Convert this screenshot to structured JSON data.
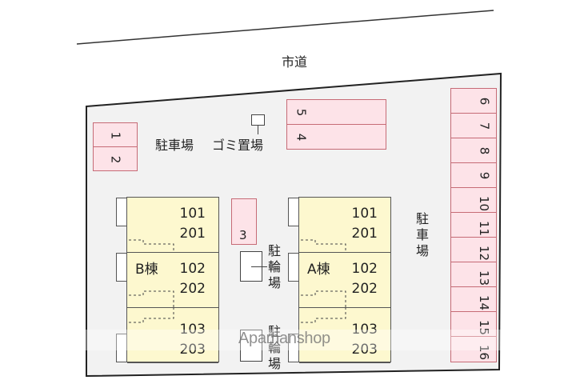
{
  "road": {
    "label": "市道"
  },
  "labels": {
    "parking_top": "駐車場",
    "garbage": "ゴミ置場",
    "parking_right": [
      "駐",
      "車",
      "場"
    ],
    "bicycle_1": [
      "駐",
      "輪",
      "場"
    ],
    "bicycle_2": [
      "駐",
      "輪",
      "場"
    ]
  },
  "parking_spaces": {
    "left": [
      "1",
      "2"
    ],
    "top": [
      "5",
      "4"
    ],
    "middle": [
      "3"
    ],
    "right": [
      "6",
      "7",
      "8",
      "9",
      "10",
      "11",
      "12",
      "13",
      "14",
      "15",
      "16"
    ]
  },
  "buildings": {
    "B": {
      "name": "B棟",
      "units": [
        {
          "floor1": "101",
          "floor2": "201"
        },
        {
          "floor1": "102",
          "floor2": "202"
        },
        {
          "floor1": "103",
          "floor2": "203"
        }
      ]
    },
    "A": {
      "name": "A棟",
      "units": [
        {
          "floor1": "101",
          "floor2": "201"
        },
        {
          "floor1": "102",
          "floor2": "202"
        },
        {
          "floor1": "103",
          "floor2": "203"
        }
      ]
    }
  },
  "colors": {
    "parking_fill": "#fde3e8",
    "parking_border": "#c66b76",
    "building_fill": "#fdf8cf",
    "lot_fill": "#f2f2f2"
  },
  "watermark": "Apamanshop"
}
